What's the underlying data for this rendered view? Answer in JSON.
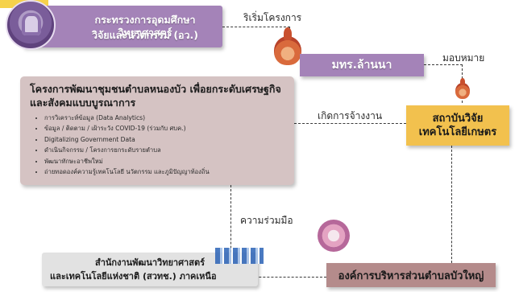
{
  "ministry": {
    "line1": "กระทรวงการอุดมศึกษาวิทยาศาสตร์",
    "line2": "วิจัยและนวัตกรรม (อว.)"
  },
  "university": {
    "name": "มทร.ล้านนา"
  },
  "institute": {
    "line1": "สถาบันวิจัย",
    "line2": "เทคโนโลยีเกษตร"
  },
  "project": {
    "title_line1": "โครงการพัฒนาชุมชนตำบลหนองบัว เพื่อยกระดับเศรษฐกิจ",
    "title_line2": "และสังคมแบบบูรณาการ",
    "items": [
      "การวิเคราะห์ข้อมูล (Data Analytics)",
      "ข้อมูล / ติดตาม / เฝ้าระวัง COVID-19 (ร่วมกับ ศบค.)",
      "Digitalizing Government Data",
      "ดำเนินกิจกรรม / โครงการยกระดับรายตำบล",
      "พัฒนาทักษะอาชีพใหม่",
      "ถ่ายทอดองค์ความรู้เทคโนโลยี นวัตกรรม และภูมิปัญญาท้องถิ่น"
    ]
  },
  "tambon": {
    "name": "องค์การบริหารส่วนตำบลบัวใหญ่"
  },
  "science_park": {
    "line1": "สำนักงานพัฒนาวิทยาศาสตร์",
    "line2": "และเทคโนโลยีแห่งชาติ (สวทช.) ภาคเหนือ"
  },
  "labels": {
    "initiate": "ริเริ่มโครงการ",
    "assign": "มอบหมาย",
    "hire": "เกิดการจ้างงาน",
    "cooperate": "ความร่วมมือ"
  },
  "colors": {
    "purple": "#a483b8",
    "project": "#d5c3c3",
    "institute": "#f2c14e",
    "tambon": "#b48b8b",
    "science_park": "#e2e2e2"
  }
}
